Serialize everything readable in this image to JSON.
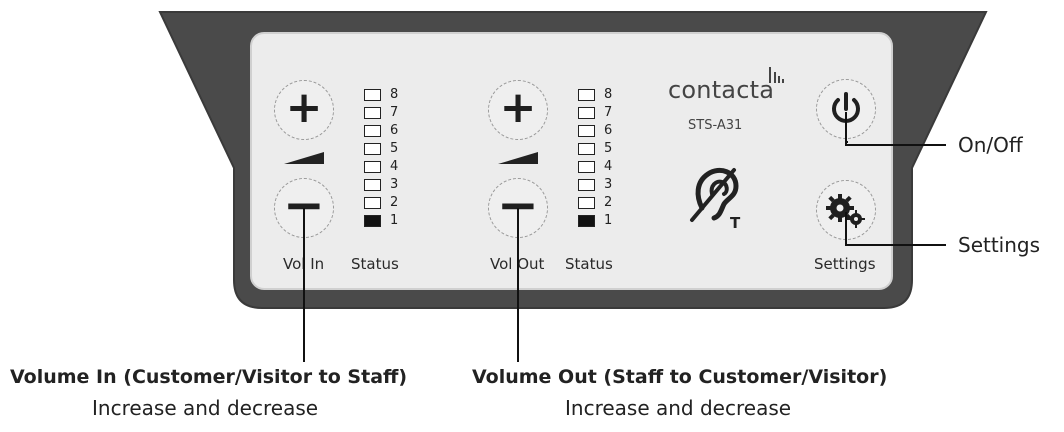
{
  "device": {
    "brand": "contacta",
    "model": "STS-A31"
  },
  "controls": {
    "vol_in": {
      "plus_symbol": "+",
      "minus_symbol": "−",
      "label": "Vol In"
    },
    "vol_out": {
      "plus_symbol": "+",
      "minus_symbol": "−",
      "label": "Vol Out"
    },
    "settings_label": "Settings"
  },
  "meters": {
    "label": "Status",
    "levels": [
      "8",
      "7",
      "6",
      "5",
      "4",
      "3",
      "2",
      "1"
    ],
    "vol_in_level": 1,
    "vol_out_level": 1
  },
  "callouts": {
    "on_off": "On/Off",
    "settings": "Settings",
    "volume_in_title": "Volume In (Customer/Visitor to Staff)",
    "volume_in_sub": "Increase and decrease",
    "volume_out_title": "Volume Out (Staff to Customer/Visitor)",
    "volume_out_sub": "Increase and decrease"
  },
  "colors": {
    "housing": "#4a4a4a",
    "panel": "#ececec",
    "ink": "#222222"
  }
}
